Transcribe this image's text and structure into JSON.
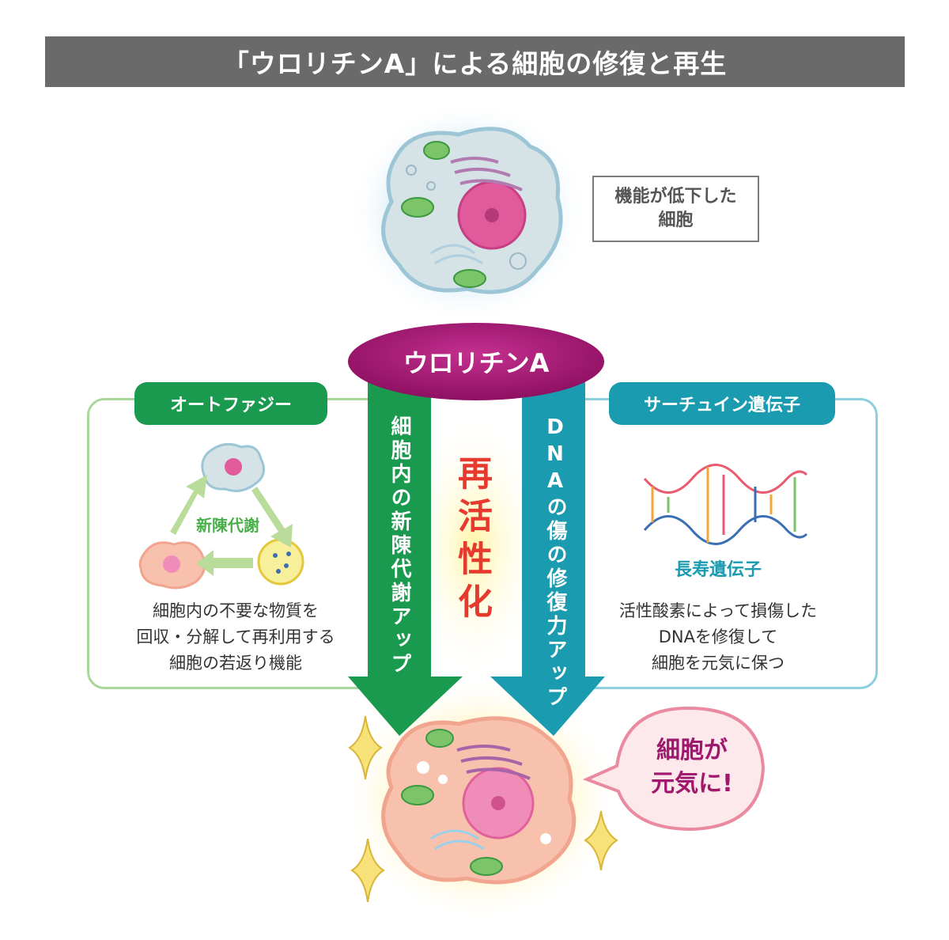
{
  "title": "「ウロリチンA」による細胞の修復と再生",
  "top_cell_label": "機能が低下した\n細胞",
  "center_label": "ウロリチンA",
  "left_panel": {
    "label": "オートファジー",
    "cycle_label": "新陳代謝",
    "description": "細胞内の不要な物質を\n回収・分解して再利用する\n細胞の若返り機能"
  },
  "right_panel": {
    "label": "サーチュイン遺伝子",
    "gene_label": "長寿遺伝子",
    "description": "活性酸素によって損傷した\nDNAを修復して\n細胞を元気に保つ"
  },
  "left_arrow_text": "細胞内の新陳代謝アップ",
  "right_arrow_text": "DNAの傷の修復力アップ",
  "center_text": "再活性化",
  "bubble_text": "細胞が\n元気に!",
  "colors": {
    "title_bg": "#6a6a6a",
    "green": "#1a9a4e",
    "teal": "#1a9bb0",
    "magenta": "#a0186e",
    "red": "#e63a2f"
  }
}
